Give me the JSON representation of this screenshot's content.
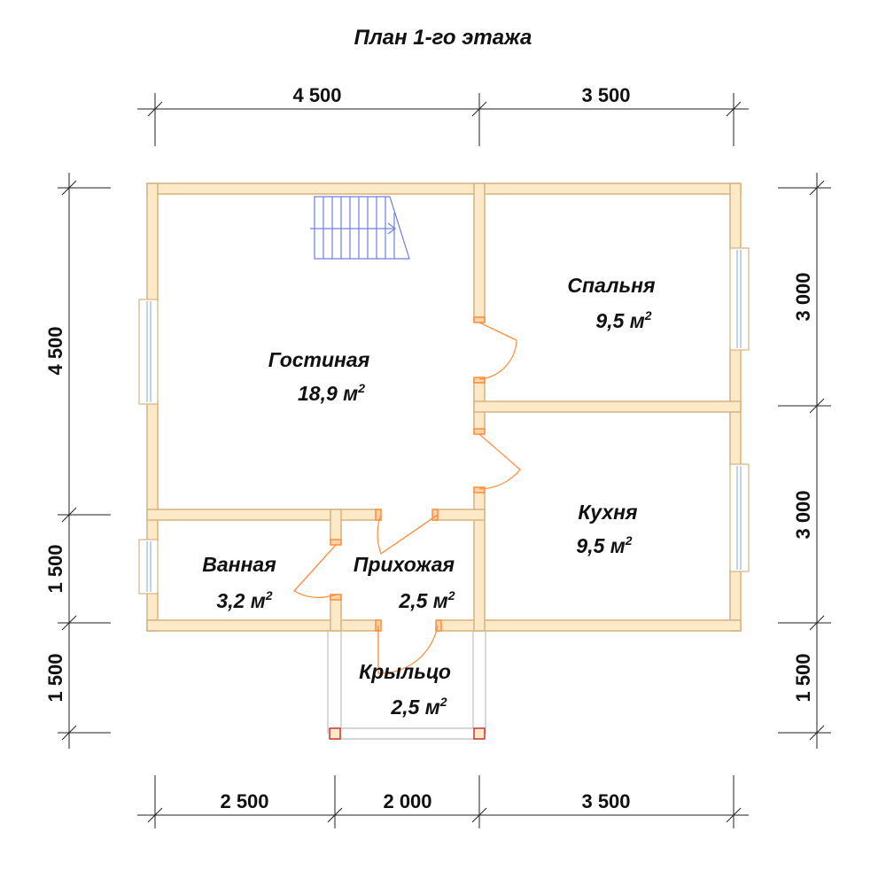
{
  "title": "План 1-го этажа",
  "dimensions": {
    "top": [
      "4 500",
      "3 500"
    ],
    "bottom": [
      "2 500",
      "2 000",
      "3 500"
    ],
    "left": [
      "4 500",
      "1 500",
      "1 500"
    ],
    "right": [
      "3 000",
      "3 000",
      "1 500"
    ]
  },
  "rooms": {
    "living": {
      "name": "Гостиная",
      "area": "18,9 м",
      "sup": "2"
    },
    "bedroom": {
      "name": "Спальня",
      "area": "9,5 м",
      "sup": "2"
    },
    "kitchen": {
      "name": "Кухня",
      "area": "9,5 м",
      "sup": "2"
    },
    "bathroom": {
      "name": "Ванная",
      "area": "3,2 м",
      "sup": "2"
    },
    "hallway": {
      "name": "Прихожая",
      "area": "2,5 м",
      "sup": "2"
    },
    "porch": {
      "name": "Крыльцо",
      "area": "2,5 м",
      "sup": "2"
    }
  },
  "colors": {
    "wall_fill": "#fbe9c8",
    "door": "#ff8c3a",
    "stairs": "#6f7fe0",
    "post": "#cc3333"
  }
}
